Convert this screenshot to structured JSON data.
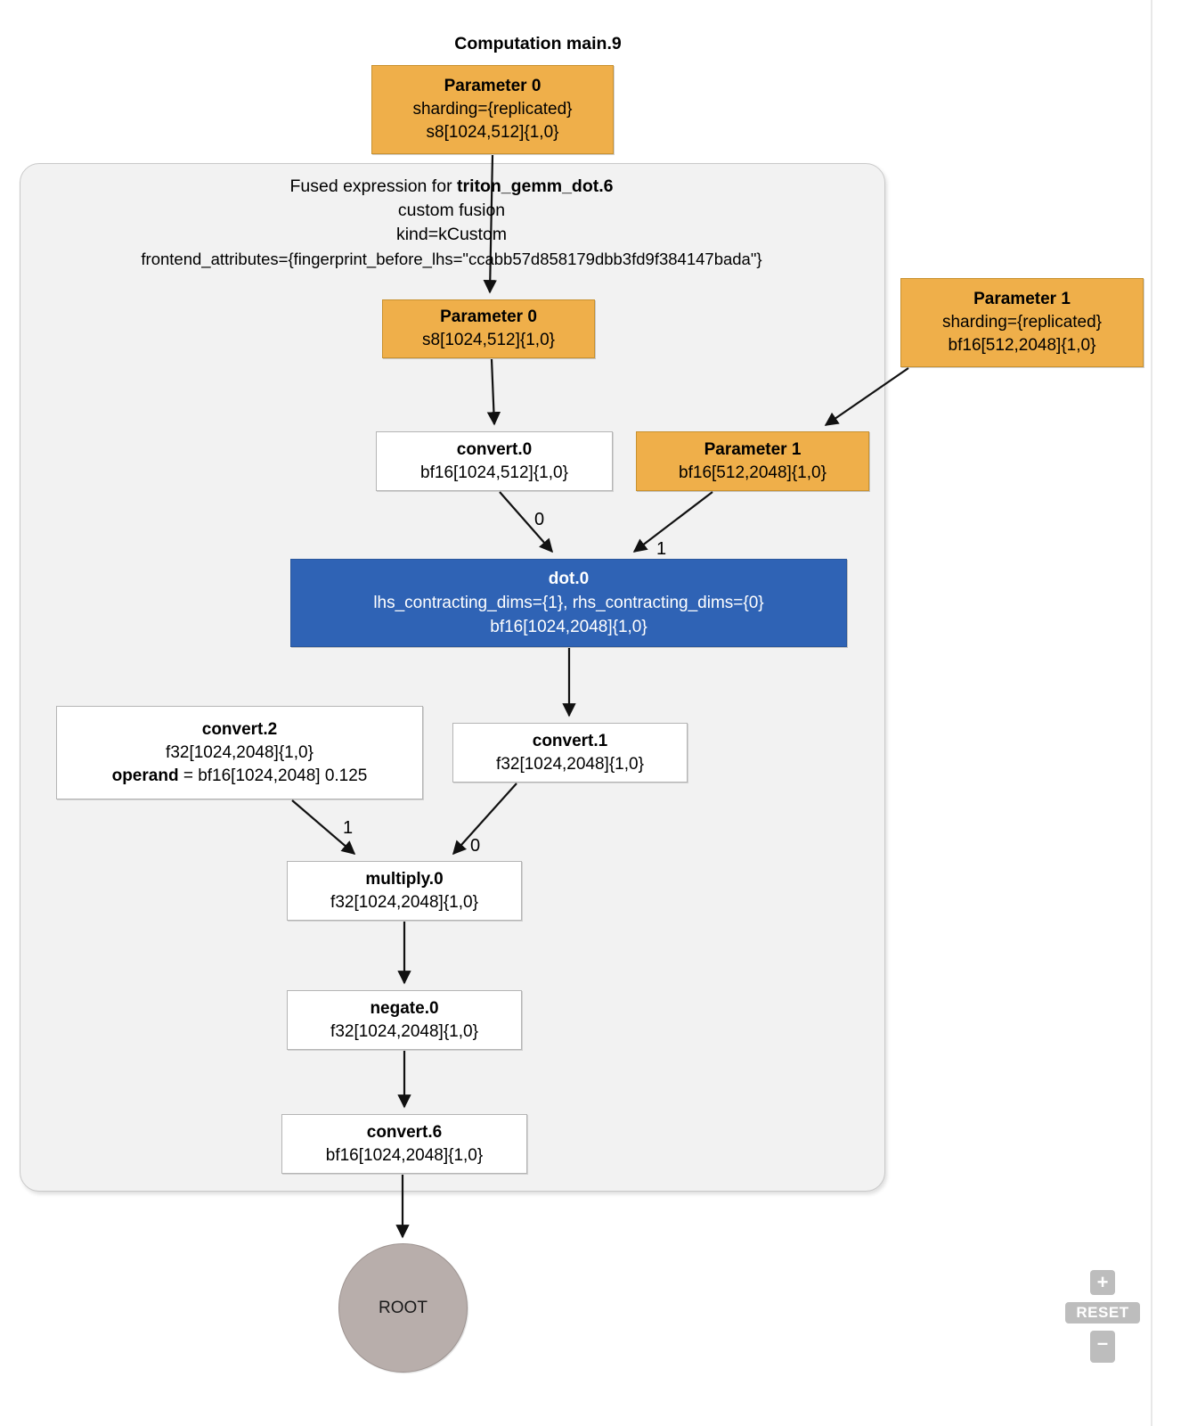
{
  "computation": {
    "title": "Computation main.9"
  },
  "fusion": {
    "prefix": "Fused expression for ",
    "name": "triton_gemm_dot.6",
    "line2": "custom fusion",
    "line3": "kind=kCustom",
    "line4": "frontend_attributes={fingerprint_before_lhs=\"ccabb57d858179dbb3fd9f384147bada\"}"
  },
  "nodes": {
    "param0_outer": {
      "title": "Parameter 0",
      "line1": "sharding={replicated}",
      "line2": "s8[1024,512]{1,0}"
    },
    "param0_inner": {
      "title": "Parameter 0",
      "line1": "s8[1024,512]{1,0}"
    },
    "param1_outer": {
      "title": "Parameter 1",
      "line1": "sharding={replicated}",
      "line2": "bf16[512,2048]{1,0}"
    },
    "param1_inner": {
      "title": "Parameter 1",
      "line1": "bf16[512,2048]{1,0}"
    },
    "convert0": {
      "title": "convert.0",
      "line1": "bf16[1024,512]{1,0}"
    },
    "dot0": {
      "title": "dot.0",
      "line1": "lhs_contracting_dims={1}, rhs_contracting_dims={0}",
      "line2": "bf16[1024,2048]{1,0}"
    },
    "convert2": {
      "title": "convert.2",
      "line1": "f32[1024,2048]{1,0}",
      "operand_label": "operand",
      "operand_value": " = bf16[1024,2048] 0.125"
    },
    "convert1": {
      "title": "convert.1",
      "line1": "f32[1024,2048]{1,0}"
    },
    "multiply0": {
      "title": "multiply.0",
      "line1": "f32[1024,2048]{1,0}"
    },
    "negate0": {
      "title": "negate.0",
      "line1": "f32[1024,2048]{1,0}"
    },
    "convert6": {
      "title": "convert.6",
      "line1": "bf16[1024,2048]{1,0}"
    },
    "root": {
      "label": "ROOT"
    }
  },
  "edge_labels": {
    "dot_operand_0": "0",
    "dot_operand_1": "1",
    "multiply_operand_1": "1",
    "multiply_operand_0": "0"
  },
  "zoom_controls": {
    "zoom_in": "+",
    "reset": "RESET",
    "zoom_out": "–"
  },
  "colors": {
    "parameter_fill": "#efaf4a",
    "dot_fill": "#2f63b5",
    "fusion_fill": "#f2f2f2",
    "root_fill": "#b8aeab",
    "node_fill": "#ffffff",
    "control_fill": "#bdbdbd"
  }
}
